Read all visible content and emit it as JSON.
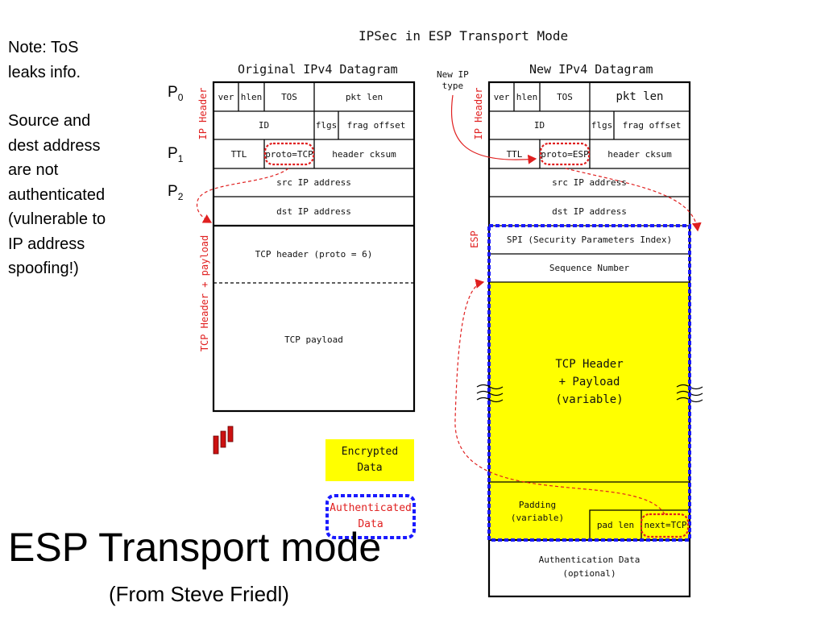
{
  "note": {
    "line1": "Note: ToS\nleaks info.",
    "line2": "Source and\ndest address\nare not\nauthenticated\n(vulnerable to\nIP address\nspoofing!)"
  },
  "points": {
    "p": "P",
    "p0": "0",
    "p1": "1",
    "p2": "2"
  },
  "diagram_title": "IPSec in ESP Transport Mode",
  "original": {
    "title": "Original IPv4 Datagram",
    "ip_header_label": "IP Header",
    "tcp_label": "TCP Header + payload",
    "ver": "ver",
    "hlen": "hlen",
    "tos": "TOS",
    "pkt_len": "pkt len",
    "id": "ID",
    "flgs": "flgs",
    "frag_offset": "frag offset",
    "ttl": "TTL",
    "proto": "proto=TCP",
    "header_cksum": "header cksum",
    "src": "src IP address",
    "dst": "dst IP address",
    "tcp_header": "TCP header (proto = 6)",
    "tcp_payload": "TCP payload"
  },
  "new": {
    "title": "New IPv4 Datagram",
    "new_ip_type": "New IP\ntype",
    "ip_header_label": "IP Header",
    "esp_label": "ESP",
    "ver": "ver",
    "hlen": "hlen",
    "tos": "TOS",
    "pkt_len": "pkt len",
    "id": "ID",
    "flgs": "flgs",
    "frag_offset": "frag offset",
    "ttl": "TTL",
    "proto": "proto=ESP",
    "header_cksum": "header cksum",
    "src": "src IP address",
    "dst": "dst IP address",
    "spi": "SPI (Security Parameters Index)",
    "seq": "Sequence Number",
    "payload": "TCP Header\n+ Payload\n(variable)",
    "padding": "Padding\n(variable)",
    "pad_len": "pad len",
    "next": "next=TCP",
    "auth": "Authentication Data\n(optional)"
  },
  "legend": {
    "encrypted": "Encrypted\nData",
    "authenticated": "Authenticated\nData"
  },
  "title": "ESP Transport mode",
  "subtitle": "(From Steve Friedl)",
  "colors": {
    "accent_red": "#e02020",
    "yellow": "#ffff00",
    "blue": "#1a1aff"
  }
}
